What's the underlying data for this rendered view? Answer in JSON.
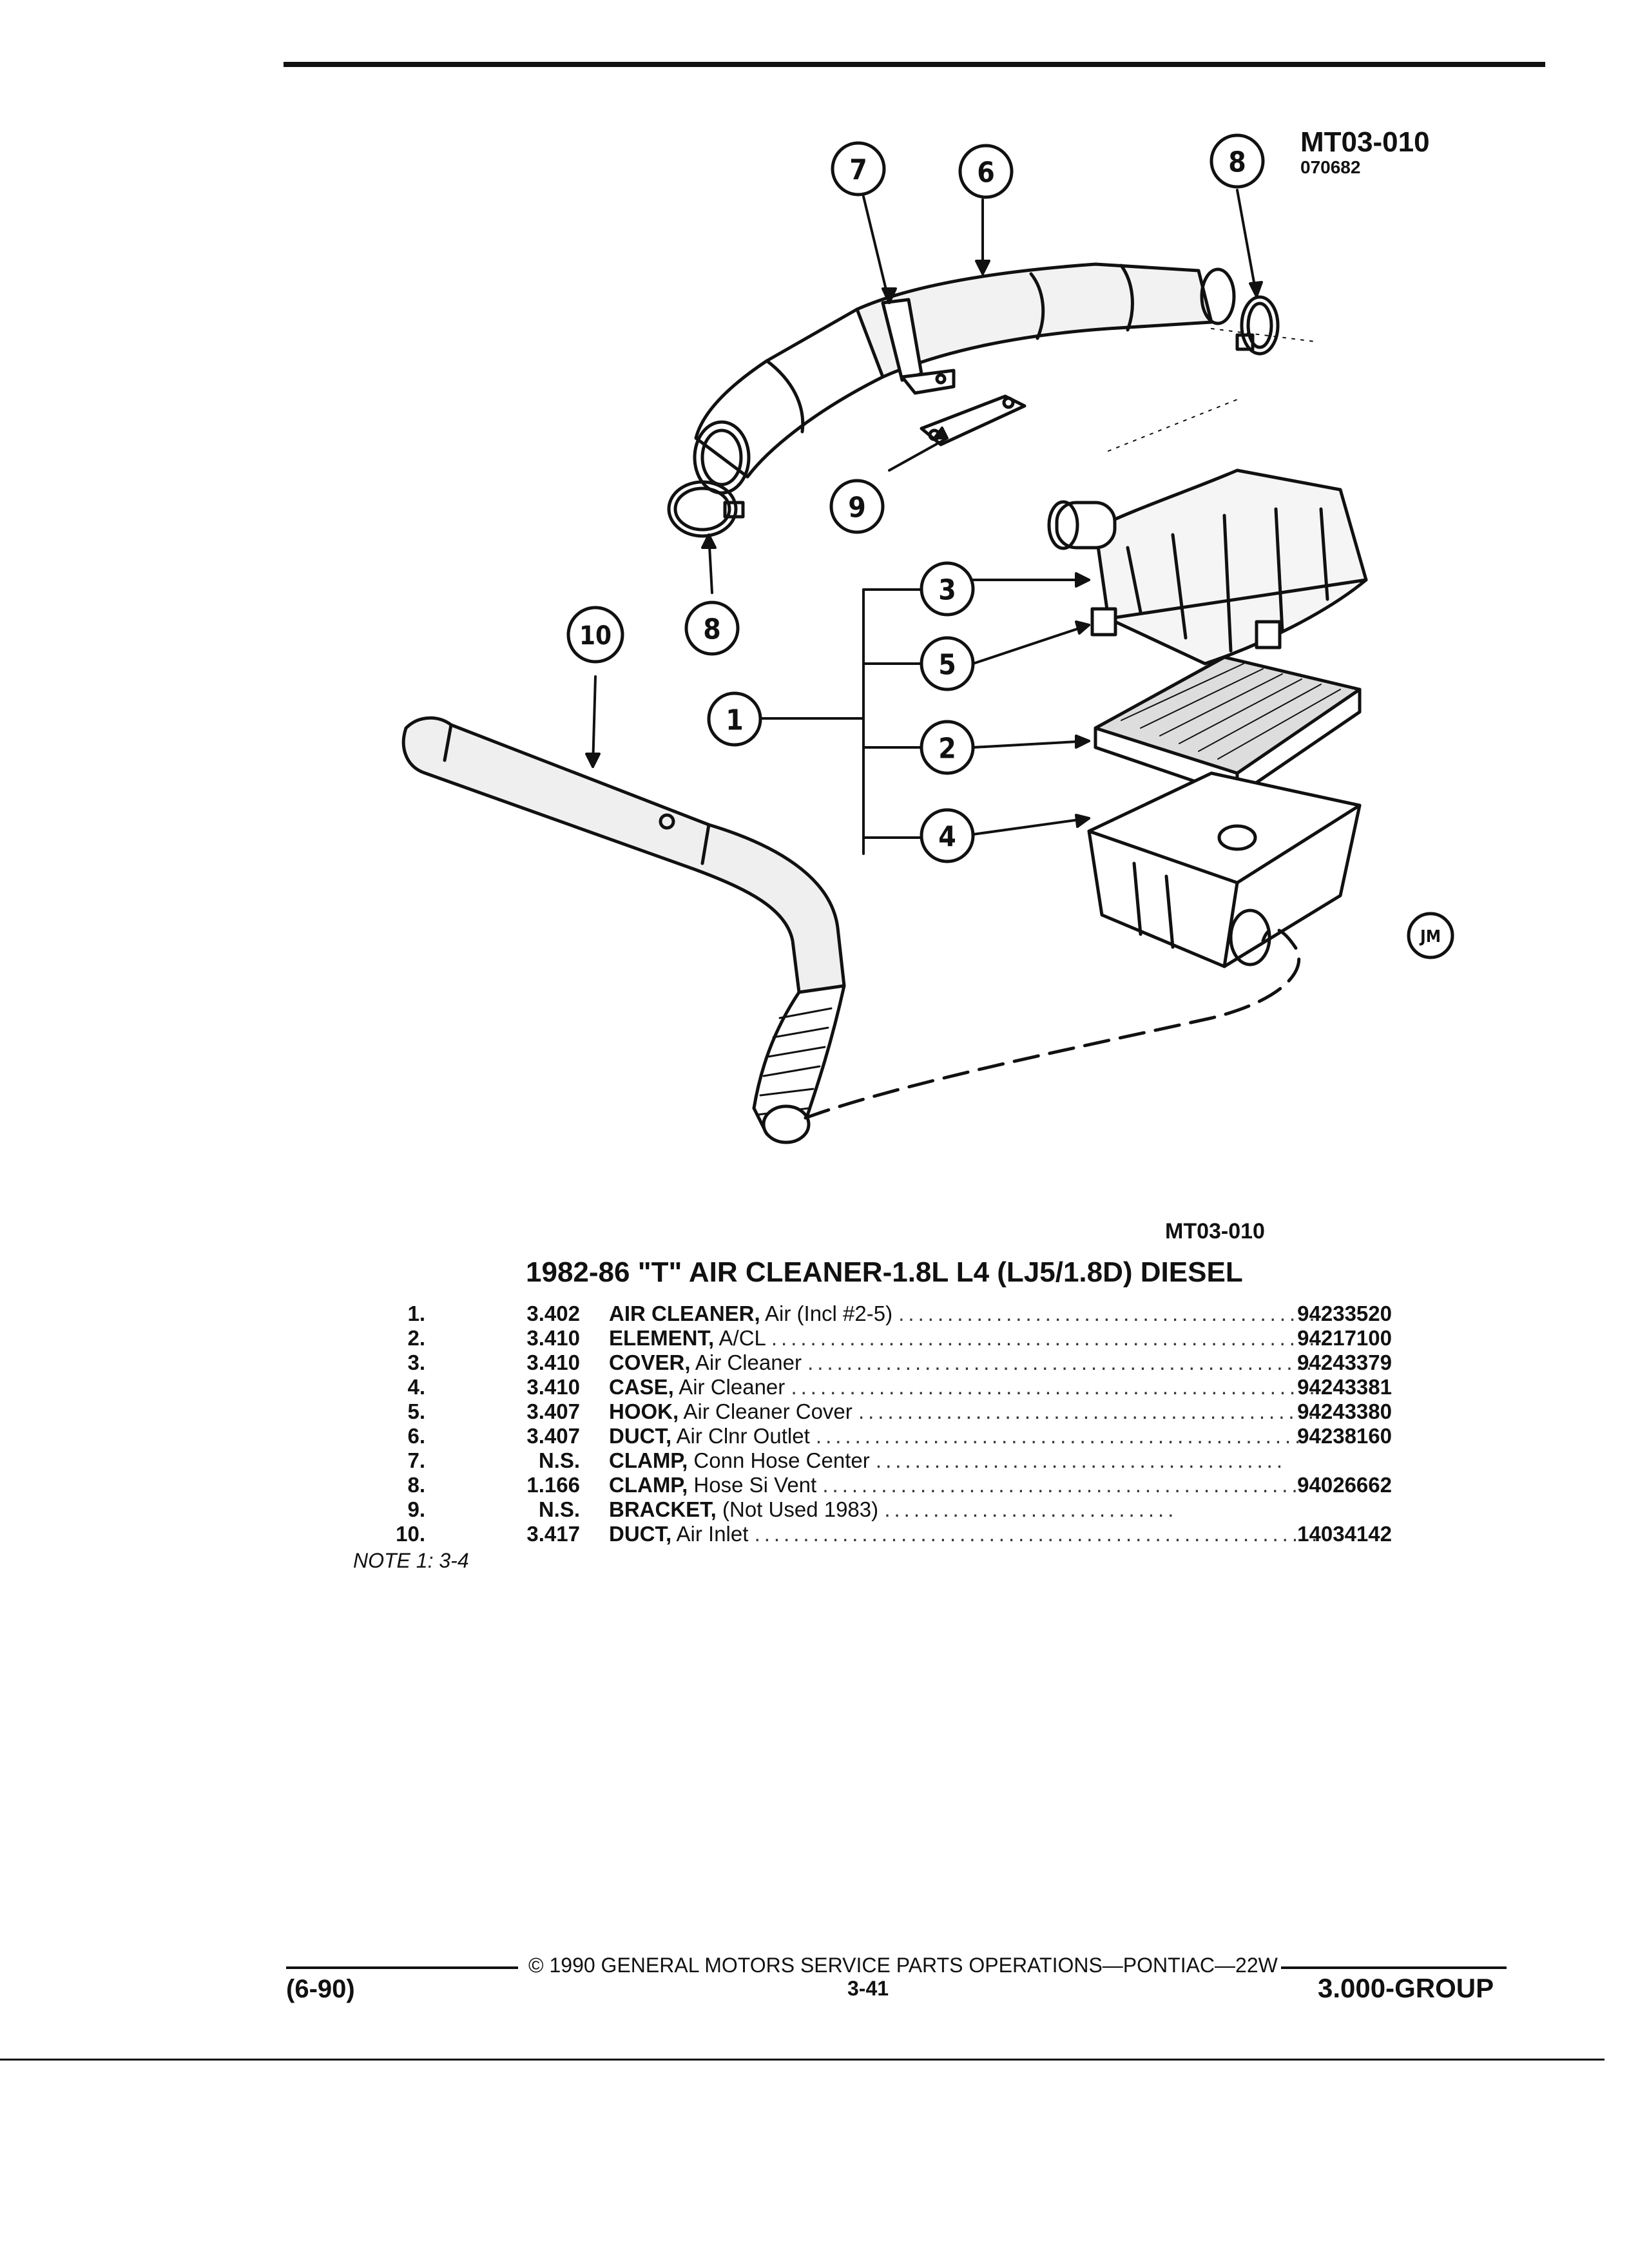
{
  "diagram": {
    "ref_code": "MT03-010",
    "ref_date": "070682",
    "figure_label": "MT03-010",
    "jm_tag": "JM",
    "callouts": [
      "1",
      "2",
      "3",
      "4",
      "5",
      "6",
      "7",
      "8",
      "9",
      "10"
    ]
  },
  "title": "1982-86 \"T\" AIR CLEANER-1.8L L4 (LJ5/1.8D) DIESEL",
  "parts": [
    {
      "num": "1.",
      "group": "3.402",
      "name": "AIR CLEANER,",
      "desc": " Air (Incl #2-5)",
      "part_no": "94233520"
    },
    {
      "num": "2.",
      "group": "3.410",
      "name": "ELEMENT,",
      "desc": " A/CL",
      "part_no": "94217100"
    },
    {
      "num": "3.",
      "group": "3.410",
      "name": "COVER,",
      "desc": " Air Cleaner",
      "part_no": "94243379"
    },
    {
      "num": "4.",
      "group": "3.410",
      "name": "CASE,",
      "desc": " Air Cleaner",
      "part_no": "94243381"
    },
    {
      "num": "5.",
      "group": "3.407",
      "name": "HOOK,",
      "desc": " Air Cleaner Cover",
      "part_no": "94243380"
    },
    {
      "num": "6.",
      "group": "3.407",
      "name": "DUCT,",
      "desc": " Air Clnr Outlet",
      "part_no": "94238160"
    },
    {
      "num": "7.",
      "group": "N.S.",
      "name": "CLAMP,",
      "desc": " Conn Hose Center",
      "part_no": ""
    },
    {
      "num": "8.",
      "group": "1.166",
      "name": "CLAMP,",
      "desc": " Hose Si Vent",
      "part_no": "94026662"
    },
    {
      "num": "9.",
      "group": "N.S.",
      "name": "BRACKET,",
      "desc": " (Not Used 1983)",
      "part_no": ""
    },
    {
      "num": "10.",
      "group": "3.417",
      "name": "DUCT,",
      "desc": " Air Inlet",
      "part_no": "14034142"
    }
  ],
  "note": "NOTE 1: 3-4",
  "footer": {
    "copyright": "© 1990 GENERAL MOTORS SERVICE PARTS OPERATIONS—PONTIAC—22W",
    "page": "3-41",
    "date_code": "(6-90)",
    "group": "3.000-GROUP"
  },
  "colors": {
    "ink": "#111111",
    "paper": "#ffffff"
  }
}
